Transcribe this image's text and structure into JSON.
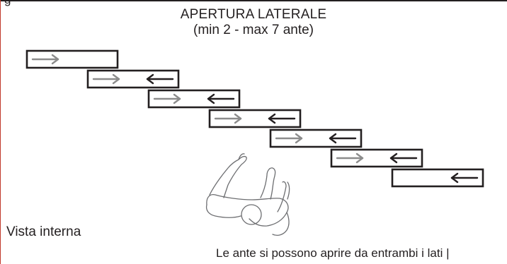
{
  "header": {
    "cut_text": "g"
  },
  "title": "APERTURA LATERALE",
  "subtitle": "(min 2 - max 7 ante)",
  "view_label": "Vista interna",
  "note": "Le ante si possono aprire da entrambi i lati |",
  "panels": [
    {
      "right_arrow": true,
      "left_arrow": false
    },
    {
      "right_arrow": true,
      "left_arrow": true
    },
    {
      "right_arrow": true,
      "left_arrow": true
    },
    {
      "right_arrow": true,
      "left_arrow": true
    },
    {
      "right_arrow": true,
      "left_arrow": true
    },
    {
      "right_arrow": true,
      "left_arrow": true
    },
    {
      "right_arrow": false,
      "left_arrow": true
    }
  ],
  "colors": {
    "outline": "#231f20",
    "right_arrow": "#8c8c8c",
    "left_arrow": "#231f20",
    "figure": "#6d6e71",
    "left_edge": "#c0392b"
  },
  "icons": {
    "figure": "person-icon"
  }
}
